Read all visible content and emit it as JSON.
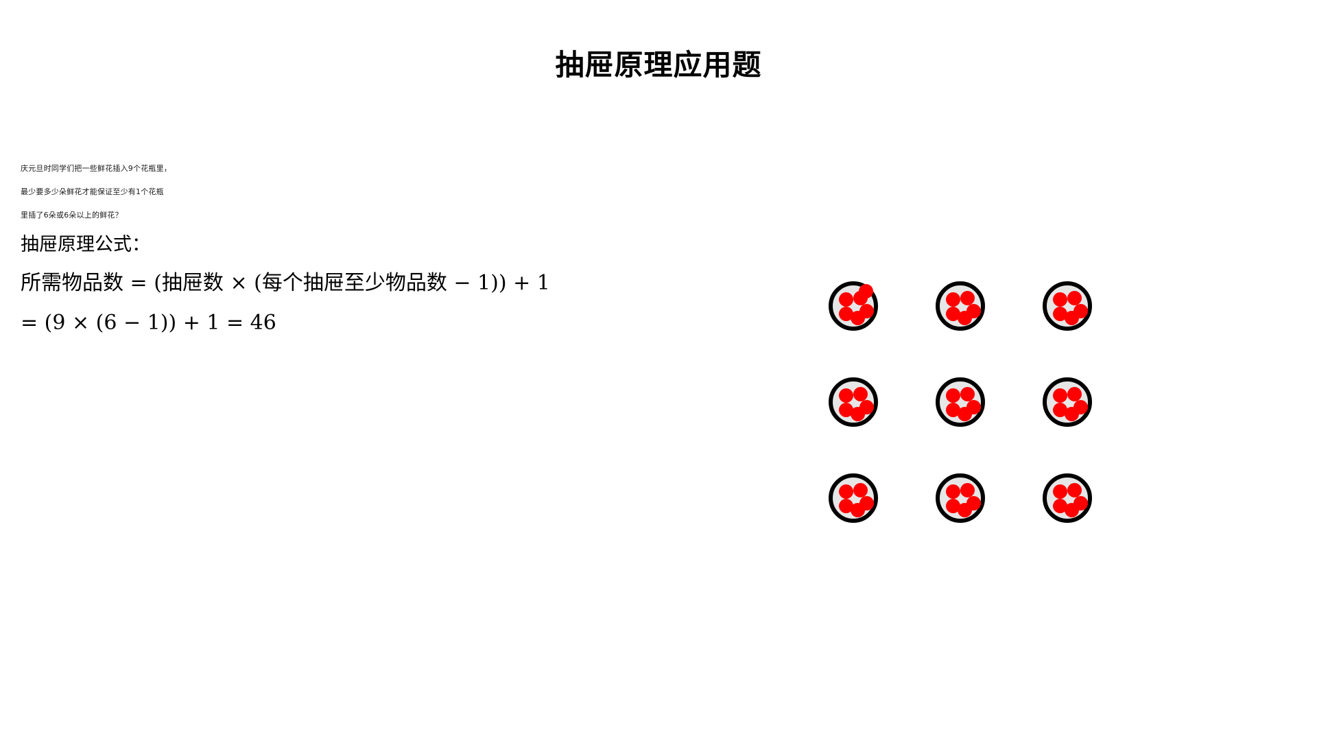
{
  "title": "抽屉原理应用题",
  "problem": {
    "lines": [
      "庆元旦时同学们把一些鲜花插入9个花瓶里，",
      "最少要多少朵鲜花才能保证至少有1个花瓶",
      "里插了6朵或6朵以上的鲜花？"
    ]
  },
  "formula": {
    "heading": "抽屉原理公式：",
    "general": "所需物品数 = (抽屉数 × (每个抽屉至少物品数 − 1)) + 1",
    "computed": "= (9 × (6 − 1)) + 1 = 46"
  },
  "colors": {
    "flower": "#ff0000",
    "vase_fill": "#e6e6e6",
    "vase_outline": "#000000",
    "text": "#000000",
    "background": "#ffffff"
  },
  "diagram": {
    "type": "pigeonhole-illustration",
    "vase_count": 9,
    "rows": 3,
    "columns": 3,
    "flowers_per_vase_default": 5,
    "vases": [
      {
        "index": 1,
        "row": 1,
        "col": 1,
        "flowers": 6,
        "highlighted": true
      },
      {
        "index": 2,
        "row": 1,
        "col": 2,
        "flowers": 5,
        "highlighted": false
      },
      {
        "index": 3,
        "row": 1,
        "col": 3,
        "flowers": 5,
        "highlighted": false
      },
      {
        "index": 4,
        "row": 2,
        "col": 1,
        "flowers": 5,
        "highlighted": false
      },
      {
        "index": 5,
        "row": 2,
        "col": 2,
        "flowers": 5,
        "highlighted": false
      },
      {
        "index": 6,
        "row": 2,
        "col": 3,
        "flowers": 5,
        "highlighted": false
      },
      {
        "index": 7,
        "row": 3,
        "col": 1,
        "flowers": 5,
        "highlighted": false
      },
      {
        "index": 8,
        "row": 3,
        "col": 2,
        "flowers": 5,
        "highlighted": false
      },
      {
        "index": 9,
        "row": 3,
        "col": 3,
        "flowers": 5,
        "highlighted": false
      }
    ],
    "drawers": 9,
    "min_items_per_drawer": 6,
    "answer": 46
  }
}
